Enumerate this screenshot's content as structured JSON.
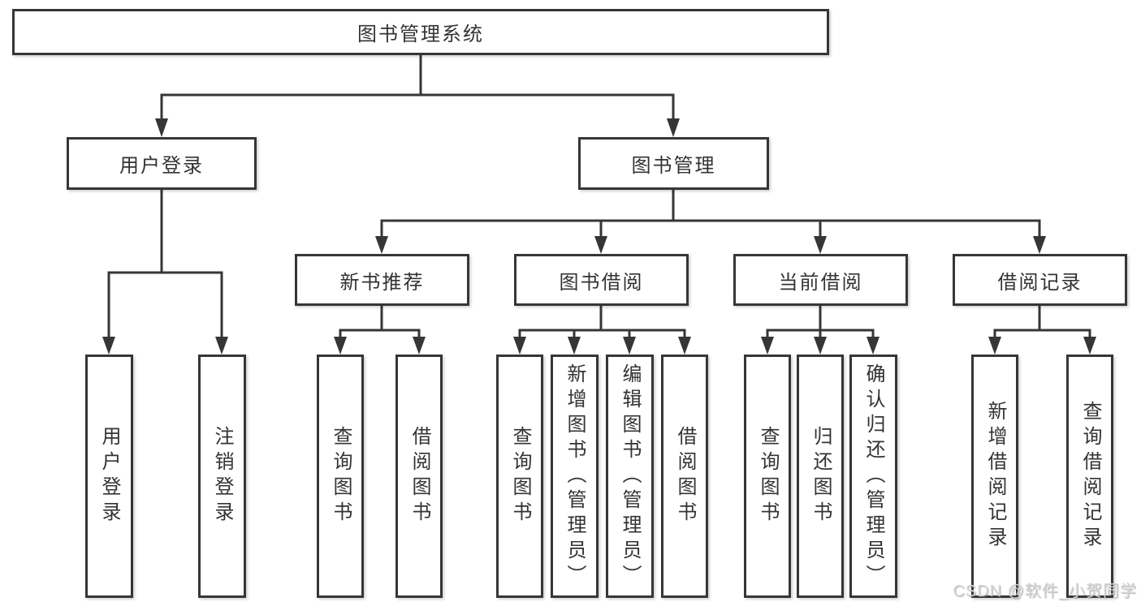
{
  "colors": {
    "line": "#363636",
    "box_border": "#363636",
    "text": "#333333",
    "background": "#ffffff",
    "watermark": "#d6d6d6"
  },
  "tree": {
    "root": {
      "label": "图书管理系统"
    },
    "branches": [
      {
        "label": "用户登录",
        "children": [
          {
            "label": "用户登录"
          },
          {
            "label": "注销登录"
          }
        ]
      },
      {
        "label": "图书管理",
        "groups": [
          {
            "label": "新书推荐",
            "children": [
              {
                "label": "查询图书"
              },
              {
                "label": "借阅图书"
              }
            ]
          },
          {
            "label": "图书借阅",
            "children": [
              {
                "label": "查询图书"
              },
              {
                "label": "新增图书（管理员）"
              },
              {
                "label": "编辑图书（管理员）"
              },
              {
                "label": "借阅图书"
              }
            ]
          },
          {
            "label": "当前借阅",
            "children": [
              {
                "label": "查询图书"
              },
              {
                "label": "归还图书"
              },
              {
                "label": "确认归还（管理员）"
              }
            ]
          },
          {
            "label": "借阅记录",
            "children": [
              {
                "label": "新增借阅记录"
              },
              {
                "label": "查询借阅记录"
              }
            ]
          }
        ]
      }
    ]
  },
  "watermark": "CSDN @软件_小贺同学"
}
